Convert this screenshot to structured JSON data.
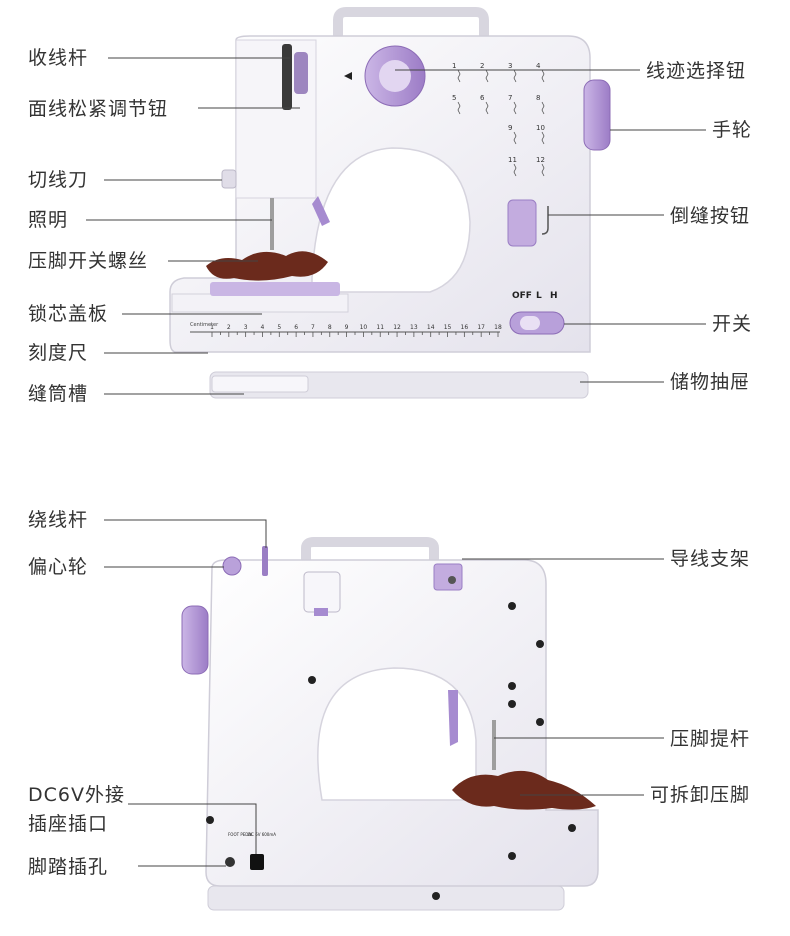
{
  "colors": {
    "body": "#f2f1f6",
    "body_shade": "#dcdae4",
    "accent": "#b59ad6",
    "accent_dark": "#8e6fb8",
    "fabric": "#6b2a1c",
    "line": "#444444"
  },
  "top_view": {
    "left_labels": [
      "收线杆",
      "面线松紧调节钮",
      "切线刀",
      "照明",
      "压脚开关螺丝",
      "锁芯盖板",
      "刻度尺",
      "缝筒槽"
    ],
    "right_labels": [
      "线迹选择钮",
      "手轮",
      "倒缝按钮",
      "开关",
      "储物抽屉"
    ],
    "switch_marks": [
      "OFF",
      "L",
      "H"
    ],
    "ruler_title": "Centimeter",
    "ruler_ticks": [
      "1",
      "2",
      "3",
      "4",
      "5",
      "6",
      "7",
      "8",
      "9",
      "10",
      "11",
      "12",
      "13",
      "14",
      "15",
      "16",
      "17",
      "18"
    ],
    "stitch_numbers": [
      "1",
      "2",
      "3",
      "4",
      "5",
      "6",
      "7",
      "8",
      "9",
      "10",
      "11",
      "12"
    ]
  },
  "bottom_view": {
    "left_labels": [
      "绕线杆",
      "偏心轮",
      "DC6V外接",
      "插座插口",
      "脚踏插孔"
    ],
    "right_labels": [
      "导线支架",
      "压脚提杆",
      "可拆卸压脚"
    ],
    "jack_labels": [
      "FOOT PEDAL",
      "DC 6V 600mA"
    ]
  }
}
